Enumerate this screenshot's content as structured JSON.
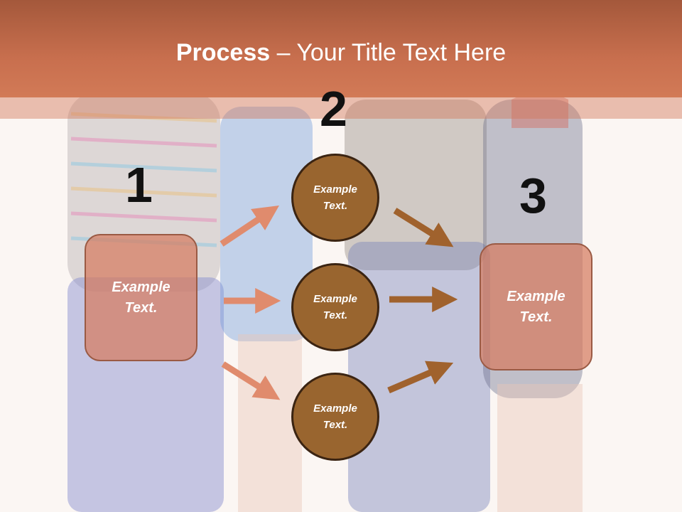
{
  "slide": {
    "title_bold": "Process",
    "title_rest": " – Your Title Text Here"
  },
  "steps": {
    "number_1": "1",
    "number_2": "2",
    "number_3": "3"
  },
  "left_box": {
    "text": "Example\nText."
  },
  "right_box": {
    "text": "Example\nText."
  },
  "circles": [
    {
      "text": "Example\nText."
    },
    {
      "text": "Example\nText."
    },
    {
      "text": "Example\nText."
    }
  ],
  "colors": {
    "header": "#c86f4e",
    "box_fill": "#d67c5f",
    "circle_fill": "#99652f",
    "arrow_left": "#e08b6d",
    "arrow_right": "#a0622d"
  },
  "background_image": "group-of-friends-from-behind-photo"
}
